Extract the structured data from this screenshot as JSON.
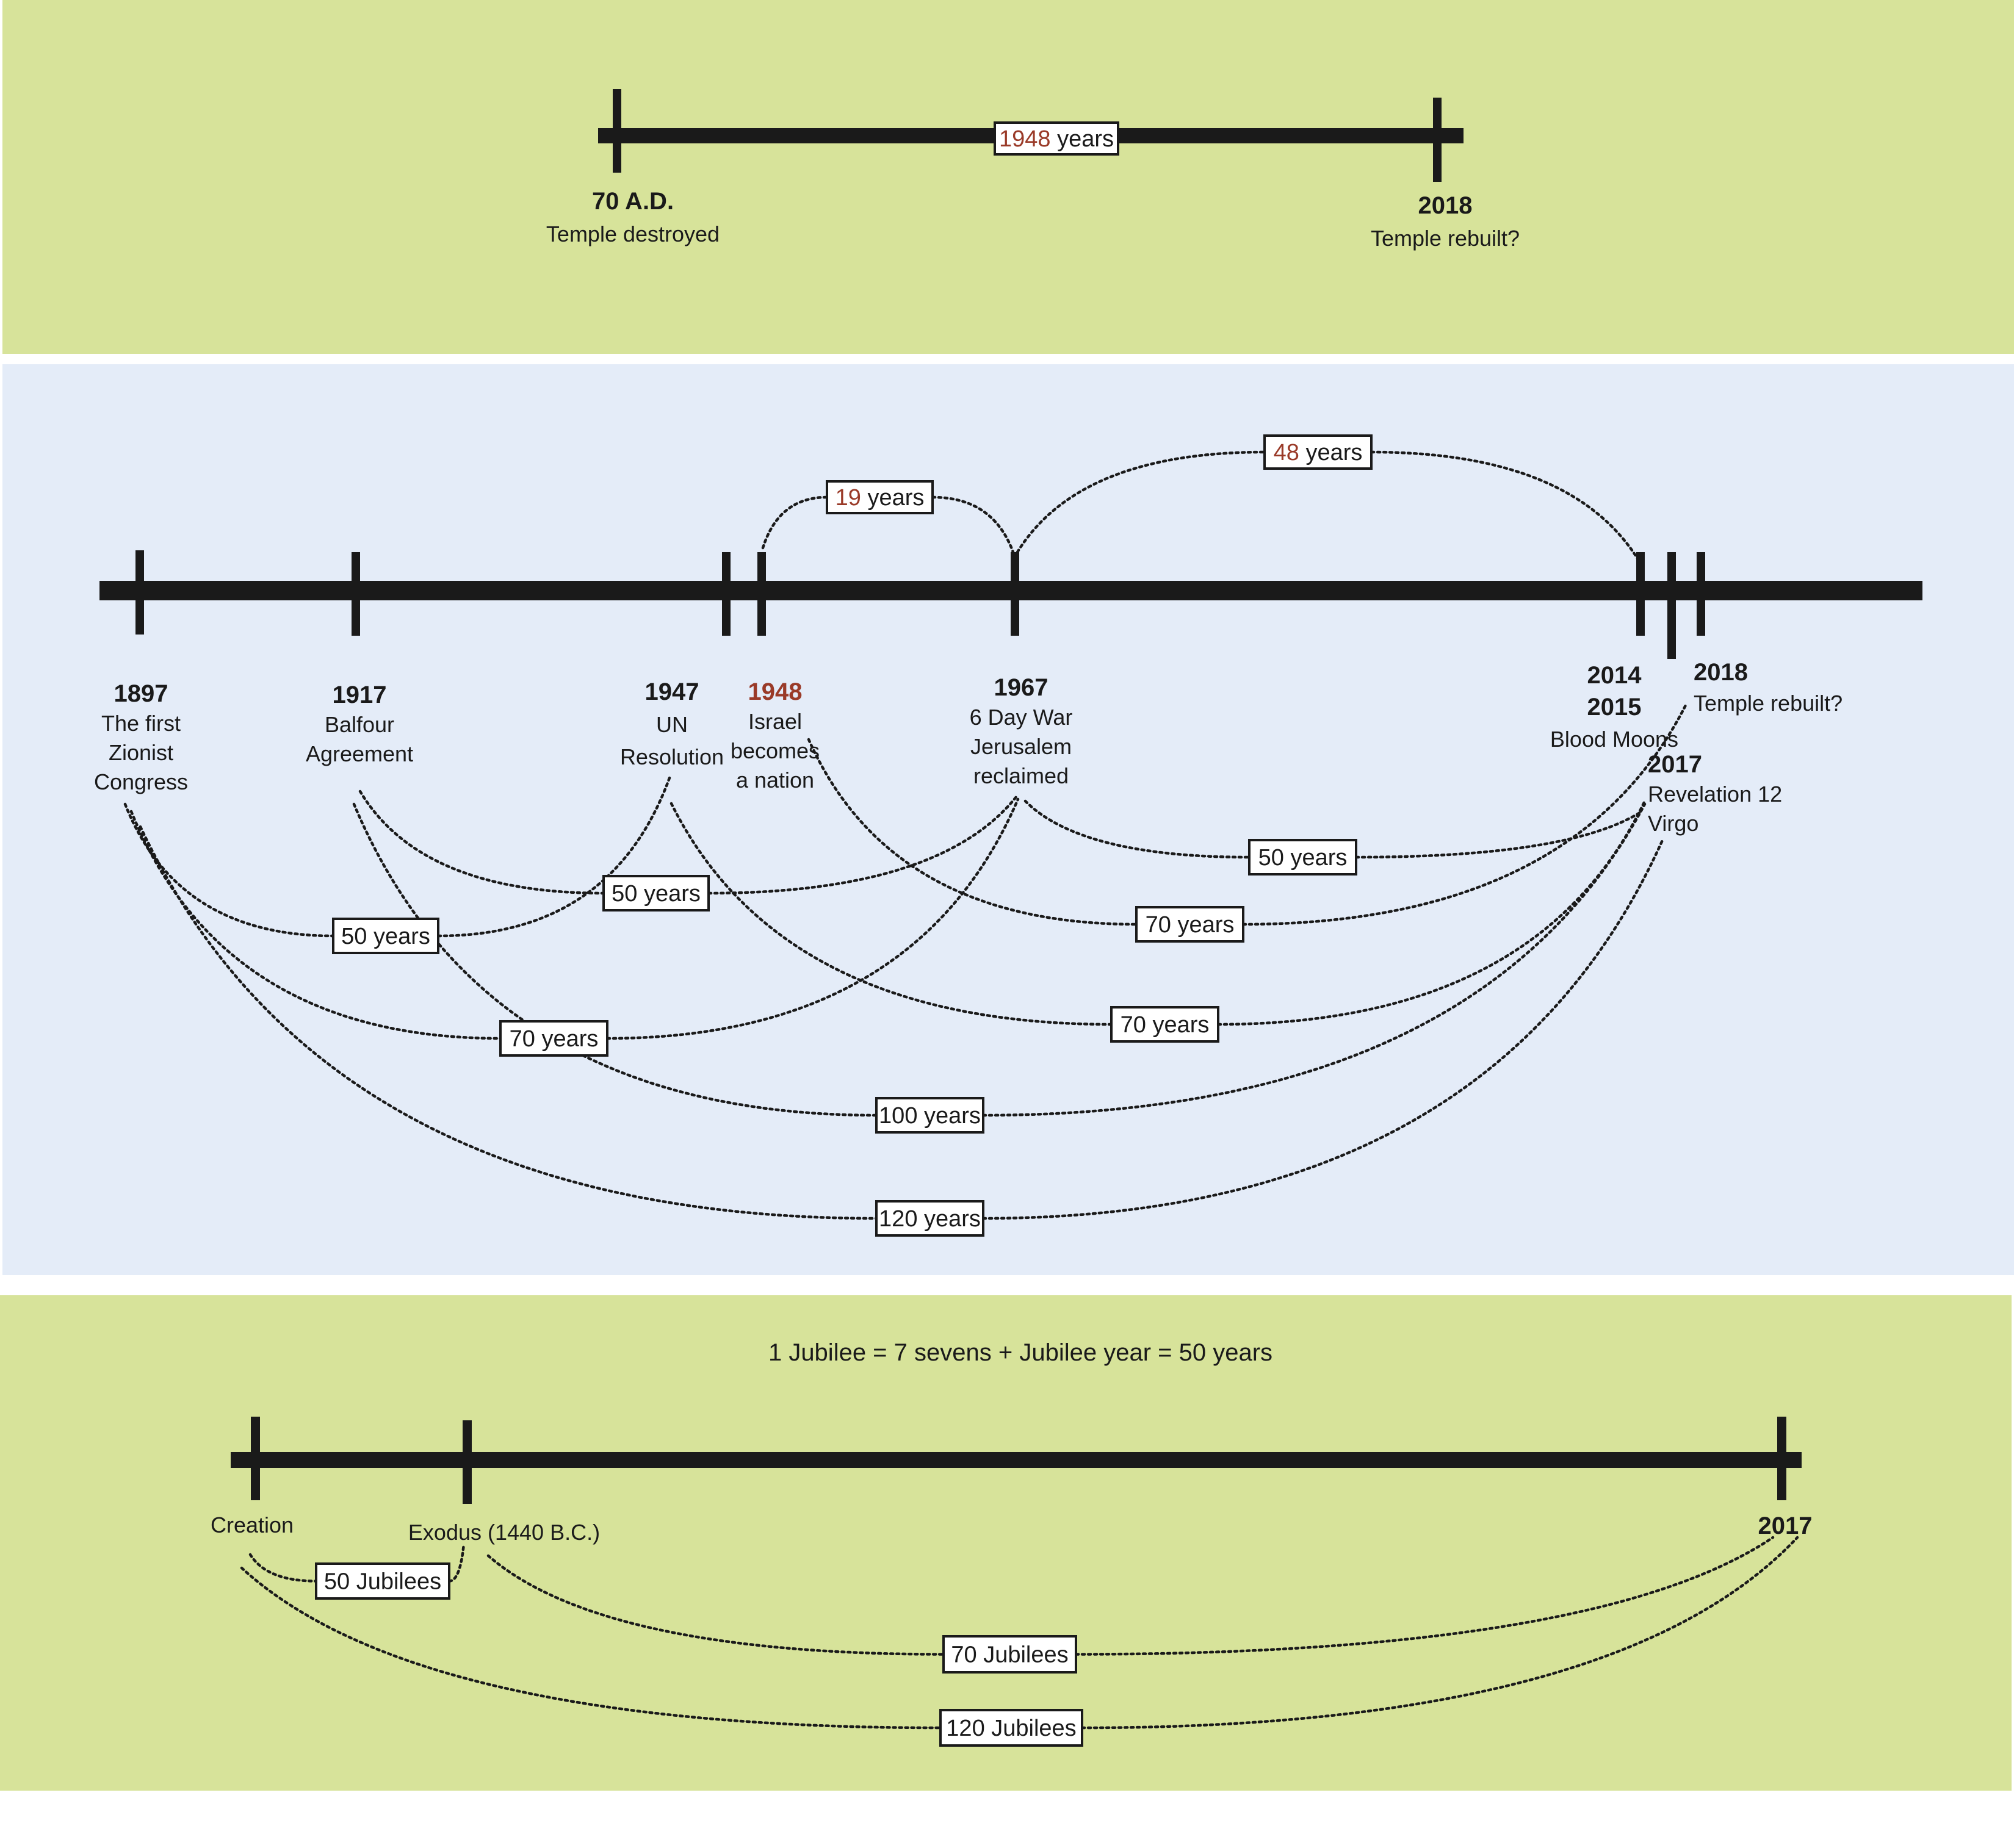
{
  "top_panel": {
    "start": {
      "year": "70 A.D.",
      "desc": "Temple destroyed"
    },
    "end": {
      "year": "2018",
      "desc": "Temple rebuilt?"
    },
    "span": {
      "number": "1948",
      "unit": " years"
    }
  },
  "middle_panel": {
    "events": [
      {
        "id": "e1897",
        "year": "1897",
        "lines": [
          "The first",
          "Zionist",
          "Congress"
        ],
        "highlight": false
      },
      {
        "id": "e1917",
        "year": "1917",
        "lines": [
          "Balfour",
          "Agreement"
        ],
        "highlight": false
      },
      {
        "id": "e1947",
        "year": "1947",
        "lines": [
          "UN",
          "Resolution"
        ],
        "highlight": false
      },
      {
        "id": "e1948",
        "year": "1948",
        "lines": [
          "Israel",
          "becomes",
          "a nation"
        ],
        "highlight": true
      },
      {
        "id": "e1967",
        "year": "1967",
        "lines": [
          "6 Day War",
          "Jerusalem",
          "reclaimed"
        ],
        "highlight": false
      },
      {
        "id": "e2014",
        "year": "2014",
        "year2": "2015",
        "lines": [
          "Blood Moons"
        ],
        "highlight": false
      },
      {
        "id": "e2017",
        "year": "2017",
        "lines": [
          "Revelation 12",
          "Virgo"
        ],
        "highlight": false
      },
      {
        "id": "e2018",
        "year": "2018",
        "lines": [
          "Temple rebuilt?"
        ],
        "highlight": false
      }
    ],
    "upper_spans": [
      {
        "from": "1948",
        "to": "1967",
        "number": "19",
        "unit": " years"
      },
      {
        "from": "1967",
        "to": "2014/2015",
        "number": "48",
        "unit": " years"
      }
    ],
    "lower_spans": [
      {
        "from": "1897",
        "to": "1947",
        "label": "50 years"
      },
      {
        "from": "1917",
        "to": "1967",
        "label": "50 years"
      },
      {
        "from": "1967",
        "to": "2017",
        "label": "50 years"
      },
      {
        "from": "1948",
        "to": "2018",
        "label": "70 years"
      },
      {
        "from": "1897",
        "to": "1967",
        "label": "70 years"
      },
      {
        "from": "1947",
        "to": "2017",
        "label": "70 years"
      },
      {
        "from": "1917",
        "to": "2017",
        "label": "100 years"
      },
      {
        "from": "1897",
        "to": "2017",
        "label": "120 years"
      }
    ]
  },
  "bottom_panel": {
    "title": "1 Jubilee = 7 sevens + Jubilee year = 50 years",
    "events": [
      {
        "label": "Creation"
      },
      {
        "label": "Exodus (1440 B.C.)"
      },
      {
        "label": "2017"
      }
    ],
    "spans": [
      {
        "from": "Creation",
        "to": "Exodus (1440 B.C.)",
        "label": "50 Jubilees"
      },
      {
        "from": "Exodus (1440 B.C.)",
        "to": "2017",
        "label": "70 Jubilees"
      },
      {
        "from": "Creation",
        "to": "2017",
        "label": "120 Jubilees"
      }
    ]
  },
  "colors": {
    "green_panel": "#d7e39a",
    "blue_panel": "#e4ecf8",
    "highlight_red": "#9a3a28",
    "ink": "#1a1a1a"
  }
}
